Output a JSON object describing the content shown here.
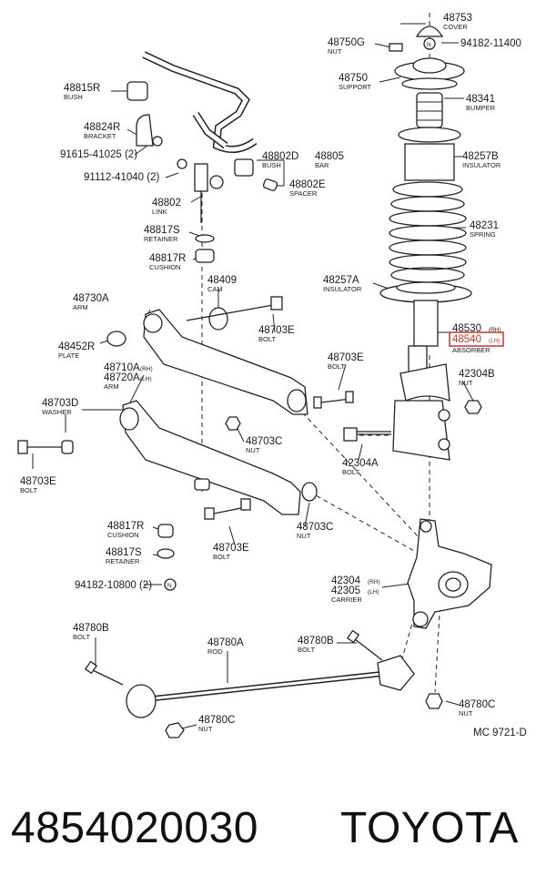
{
  "diagram": {
    "code": "MC 9721-D",
    "highlight_color": "#c0392b",
    "labels": [
      {
        "pn": "48753",
        "desc": "COVER"
      },
      {
        "pn": "48750G",
        "desc": "NUT"
      },
      {
        "pn": "94182-11400",
        "desc": ""
      },
      {
        "pn": "48750",
        "desc": "SUPPORT"
      },
      {
        "pn": "48341",
        "desc": "BUMPER"
      },
      {
        "pn": "48257B",
        "desc": "INSULATOR"
      },
      {
        "pn": "48231",
        "desc": "SPRING"
      },
      {
        "pn": "48257A",
        "desc": "INSULATOR"
      },
      {
        "pn": "48530",
        "sub": "(RH)",
        "desc": ""
      },
      {
        "pn": "48540",
        "sub": "(LH)",
        "desc": "ABSORBER"
      },
      {
        "pn": "48815R",
        "desc": "BUSH"
      },
      {
        "pn": "48824R",
        "desc": "BRACKET"
      },
      {
        "pn": "91615-41025 (2)",
        "desc": ""
      },
      {
        "pn": "91112-41040 (2)",
        "desc": ""
      },
      {
        "pn": "48802D",
        "desc": "BUSH"
      },
      {
        "pn": "48805",
        "desc": "BAR"
      },
      {
        "pn": "48802E",
        "desc": "SPACER"
      },
      {
        "pn": "48802",
        "desc": "LINK"
      },
      {
        "pn": "48817S",
        "desc": "RETAINER"
      },
      {
        "pn": "48817R",
        "desc": "CUSHION"
      },
      {
        "pn": "48409",
        "desc": "CAM"
      },
      {
        "pn": "48730A",
        "desc": "ARM"
      },
      {
        "pn": "48703E",
        "desc": "BOLT"
      },
      {
        "pn": "48452R",
        "desc": "PLATE"
      },
      {
        "pn": "48703E",
        "desc": "BOLT"
      },
      {
        "pn": "48710A",
        "sub": "(RH)",
        "desc": ""
      },
      {
        "pn": "48720A",
        "sub": "(LH)",
        "desc": "ARM"
      },
      {
        "pn": "42304B",
        "desc": "NUT"
      },
      {
        "pn": "48703D",
        "desc": "WASHER"
      },
      {
        "pn": "48703C",
        "desc": "NUT"
      },
      {
        "pn": "42304A",
        "desc": "BOLT"
      },
      {
        "pn": "48703E",
        "desc": "BOLT"
      },
      {
        "pn": "48817R",
        "desc": "CUSHION"
      },
      {
        "pn": "48703E",
        "desc": "BOLT"
      },
      {
        "pn": "48703C",
        "desc": "NUT"
      },
      {
        "pn": "48817S",
        "desc": "RETAINER"
      },
      {
        "pn": "94182-10800 (2)",
        "desc": ""
      },
      {
        "pn": "42304",
        "sub": "(RH)",
        "desc": ""
      },
      {
        "pn": "42305",
        "sub": "(LH)",
        "desc": "CARRIER"
      },
      {
        "pn": "48780B",
        "desc": "BOLT"
      },
      {
        "pn": "48780A",
        "desc": "ROD"
      },
      {
        "pn": "48780B",
        "desc": "BOLT"
      },
      {
        "pn": "48780C",
        "desc": "NUT"
      },
      {
        "pn": "48780C",
        "desc": "NUT"
      }
    ]
  },
  "footer": {
    "part_number": "4854020030",
    "brand": "TOYOTA"
  }
}
